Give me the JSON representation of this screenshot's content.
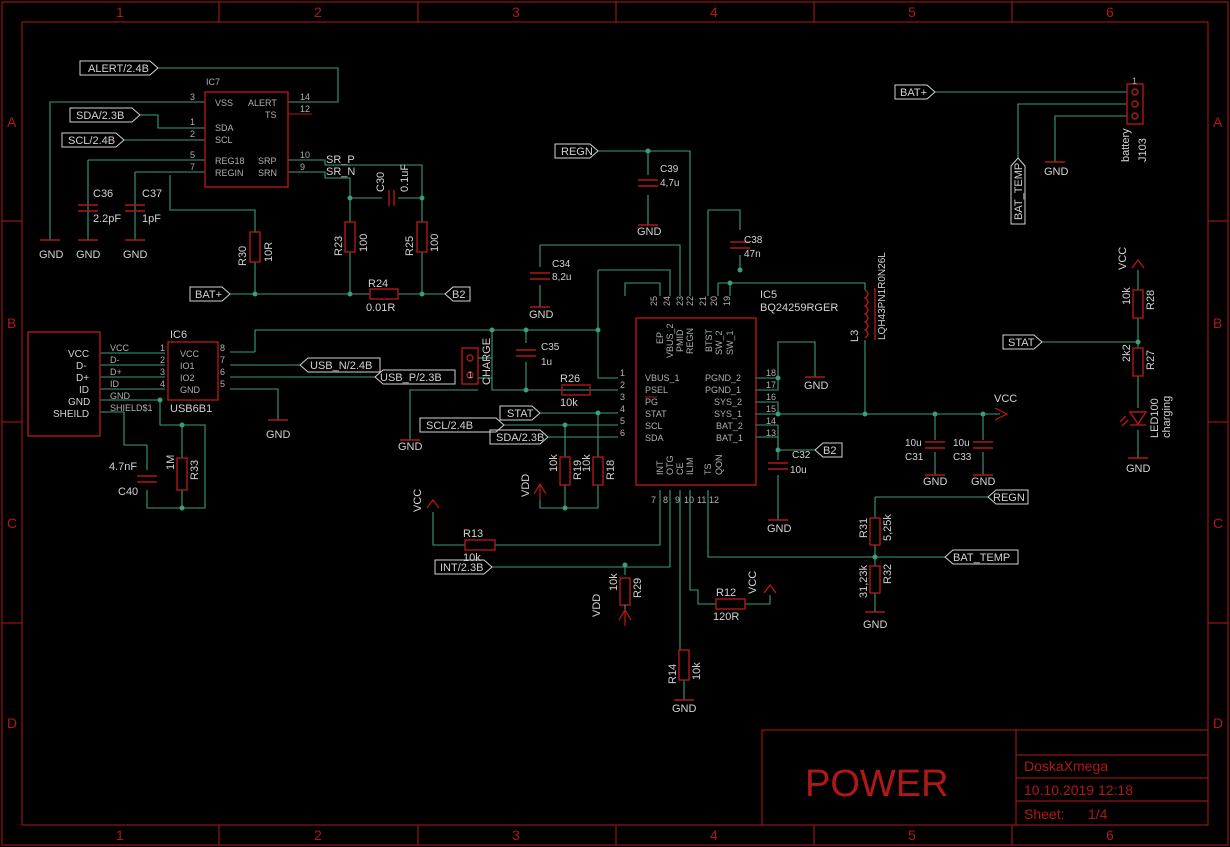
{
  "frame": {
    "cols": [
      "1",
      "2",
      "3",
      "4",
      "5",
      "6"
    ],
    "rows": [
      "A",
      "B",
      "C",
      "D"
    ]
  },
  "title_block": {
    "sheet_title": "POWER",
    "project": "DoskaXmega",
    "datetime": "10.10.2019 12:18",
    "sheet_label": "Sheet:",
    "sheet_num": "1/4"
  },
  "net_labels": {
    "alert": "ALERT/2.4B",
    "sda23": "SDA/2.3B",
    "scl24": "SCL/2.4B",
    "bat_a": "BAT+",
    "bat_b": "BAT+",
    "b2a": "B2",
    "b2b": "B2",
    "regn_a": "REGN",
    "regn_b": "REGN",
    "usbn": "USB_N/2.4B",
    "usbp": "USB_P/2.3B",
    "stat_a": "STAT",
    "stat_b": "STAT",
    "scl24b": "SCL/2.4B",
    "sda23b": "SDA/2.3B",
    "int": "INT/2.3B",
    "battemp_a": "BAT_TEMP",
    "battemp_b": "BAT_TEMP",
    "srp": "SR_P",
    "srn": "SR_N"
  },
  "supplies": {
    "gnd": "GND",
    "vcc": "VCC",
    "vdd": "VDD"
  },
  "ic7": {
    "name": "IC7",
    "pins_left": [
      "VSS",
      "SDA",
      "SCL",
      "REG18",
      "REGIN"
    ],
    "pins_right": [
      "ALERT",
      "TS",
      "SRP",
      "SRN"
    ],
    "nums_left": [
      "3",
      "1",
      "2",
      "5",
      "7"
    ],
    "nums_right": [
      "14",
      "12",
      "10",
      "9"
    ]
  },
  "ic6": {
    "name": "IC6",
    "part": "USB6B1",
    "pins_left": [
      "VCC",
      "IO1",
      "IO2",
      "GND"
    ],
    "nums_left": [
      "1",
      "2",
      "3",
      "4"
    ],
    "nums_right": [
      "8",
      "7",
      "6",
      "5"
    ]
  },
  "connector": {
    "pins": [
      "VCC",
      "D-",
      "D+",
      "ID",
      "GND",
      "SHEILD"
    ],
    "wire_names": [
      "VCC",
      "D-",
      "D+",
      "ID",
      "GND",
      "SHIELD$1"
    ]
  },
  "ic5": {
    "name": "IC5",
    "part": "BQ24259RGER",
    "top_pins": [
      "EP",
      "VBUS_2",
      "PMID",
      "REGN",
      "BTST",
      "SW_2",
      "SW_1"
    ],
    "top_nums": [
      "25",
      "24",
      "23",
      "22",
      "21",
      "20",
      "19"
    ],
    "left_pins": [
      "VBUS_1",
      "PSEL",
      "PG",
      "STAT",
      "SCL",
      "SDA"
    ],
    "left_nums": [
      "1",
      "2",
      "3",
      "4",
      "5",
      "6"
    ],
    "right_pins": [
      "PGND_2",
      "PGND_1",
      "SYS_2",
      "SYS_1",
      "BAT_2",
      "BAT_1"
    ],
    "right_nums": [
      "18",
      "17",
      "16",
      "15",
      "14",
      "13"
    ],
    "bottom_pins": [
      "INT",
      "OTG",
      "CE",
      "ILIM",
      "TS",
      "QON"
    ],
    "bottom_nums": [
      "7",
      "8",
      "9",
      "10",
      "11",
      "12"
    ]
  },
  "components": {
    "c36": [
      "C36",
      "2.2pF"
    ],
    "c37": [
      "C37",
      "1pF"
    ],
    "r30": [
      "R30",
      "10R"
    ],
    "c30": [
      "C30",
      "0.1uF"
    ],
    "r23": [
      "R23",
      "100"
    ],
    "r25": [
      "R25",
      "100"
    ],
    "r24": [
      "R24",
      "0.01R"
    ],
    "c39": [
      "C39",
      "4,7u"
    ],
    "c34": [
      "C34",
      "8,2u"
    ],
    "c38": [
      "C38",
      "47n"
    ],
    "c35": [
      "C35",
      "1u"
    ],
    "r26": [
      "R26",
      "10k"
    ],
    "l3": [
      "L3",
      "LQH43PN1R0N26L"
    ],
    "c31": [
      "C31",
      "10u"
    ],
    "c33": [
      "C33",
      "10u"
    ],
    "c32": [
      "C32",
      "10u"
    ],
    "r19": [
      "R19",
      "10k"
    ],
    "r18": [
      "R18",
      "10k"
    ],
    "r13": [
      "R13",
      "10k"
    ],
    "r29": [
      "R29",
      "10k"
    ],
    "r12": [
      "R12",
      "120R"
    ],
    "r14": [
      "R14",
      "10k"
    ],
    "r31": [
      "R31",
      "5,25k"
    ],
    "r32": [
      "R32",
      "31,23k"
    ],
    "c40": [
      "C40",
      "4.7nF"
    ],
    "r33": [
      "R33",
      "1M"
    ],
    "r28": [
      "R28",
      "10k"
    ],
    "r27": [
      "R27",
      "2k2"
    ],
    "led": [
      "LED100",
      "charging"
    ],
    "j103": [
      "J103",
      "battery"
    ],
    "charge": [
      "CHARGE",
      "1"
    ]
  }
}
